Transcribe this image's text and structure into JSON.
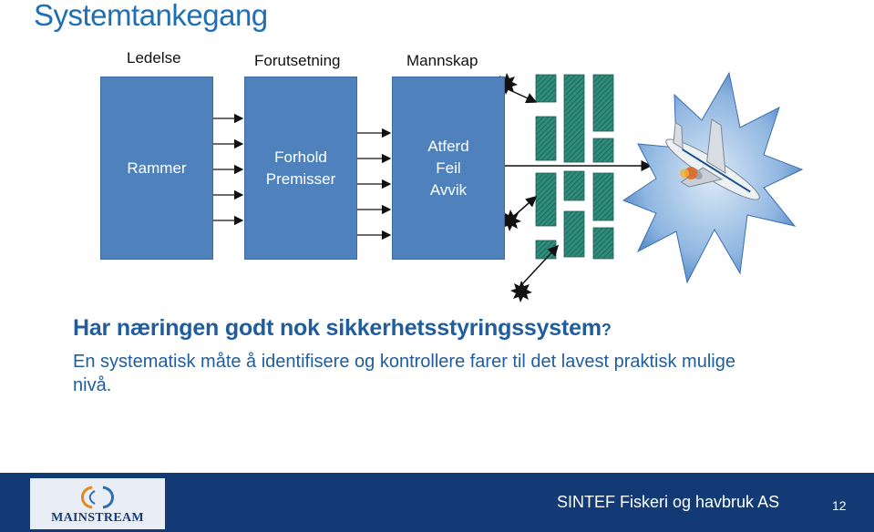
{
  "slide": {
    "title": "Systemtankegang",
    "diagram": {
      "column_labels": [
        "Ledelse",
        "Forutsetning",
        "Mannskap"
      ],
      "block1": "Rammer",
      "block2": [
        "Forhold",
        "Premisser"
      ],
      "block3": [
        "Atferd",
        "Feil",
        "Avvik"
      ]
    },
    "question": "Har næringen godt nok sikkerhetsstyringssystem",
    "question_mark": "?",
    "body": "En systematisk måte å identifisere og kontrollere farer til det lavest praktisk mulige nivå.",
    "footer": {
      "logo_text": "MAINSTREAM",
      "organization": "SINTEF Fiskeri og havbruk AS",
      "page_number": "12"
    }
  },
  "colors": {
    "title": "#1f6fb5",
    "block": "#4f81bd",
    "text": "#1f5d9e",
    "footer": "#123a75",
    "barrier": "#2e8b7a"
  }
}
